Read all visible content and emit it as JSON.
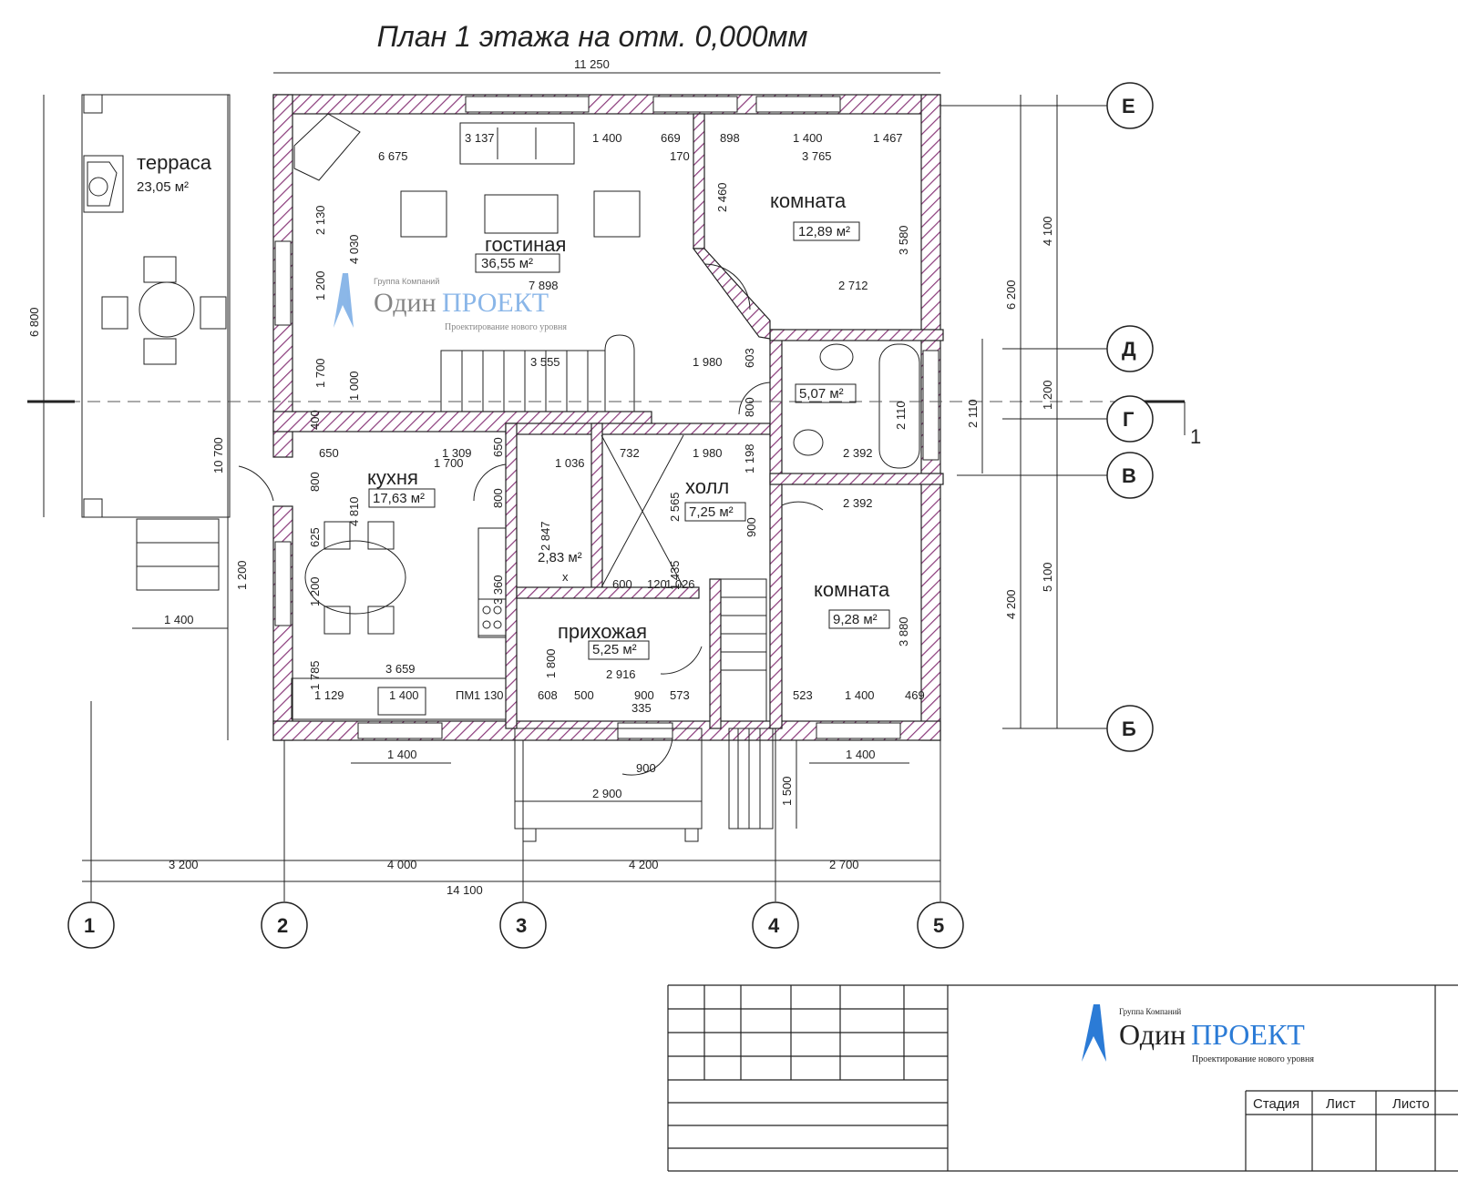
{
  "title": "План 1 этажа на отм. 0,000мм",
  "rooms": [
    {
      "name": "терраса",
      "area": "23,05 м²"
    },
    {
      "name": "гостиная",
      "area": "36,55 м²"
    },
    {
      "name": "комната",
      "area": "12,89 м²"
    },
    {
      "name": "кухня",
      "area": "17,63 м²"
    },
    {
      "name": "холл",
      "area": "7,25 м²"
    },
    {
      "name": "",
      "area": "5,07 м²"
    },
    {
      "name": "",
      "area": "2,83 м²"
    },
    {
      "name": "прихожая",
      "area": "5,25 м²"
    },
    {
      "name": "комната",
      "area": "9,28 м²"
    }
  ],
  "axes": {
    "columns": [
      "1",
      "2",
      "3",
      "4",
      "5"
    ],
    "rows": [
      "Е",
      "Д",
      "Г",
      "В",
      "Б"
    ],
    "section_mark": "1"
  },
  "dims": {
    "overall_top": "11 250",
    "overall_bottom": "14 100",
    "bottom_spans": [
      "3 200",
      "4 000",
      "4 200",
      "2 700"
    ],
    "left": [
      "6 800",
      "10 700"
    ],
    "right_outer": [
      "4 100",
      "1 200",
      "5 100"
    ],
    "right_mid": [
      "6 200",
      "4 200"
    ],
    "right_inner": "2 110",
    "porch": [
      "2 900",
      "900",
      "1 500"
    ],
    "windows_below": [
      "1 400",
      "1 400"
    ],
    "terrace": [
      "1 400",
      "1 200"
    ],
    "interior": [
      "6 675",
      "3 137",
      "1 400",
      "669",
      "170",
      "898",
      "1 400",
      "1 467",
      "3 765",
      "2 130",
      "4 030",
      "2 460",
      "3 580",
      "1 200",
      "7 898",
      "2 712",
      "1 700",
      "1 000",
      "3 555",
      "1 980",
      "603",
      "800",
      "2 110",
      "400",
      "650",
      "1 309",
      "650",
      "1 700",
      "1 036",
      "732",
      "1 980",
      "1 198",
      "2 392",
      "2 392",
      "800",
      "4 810",
      "800",
      "2 847",
      "2 565",
      "900",
      "625",
      "1 200",
      "3 360",
      "1 435",
      "600",
      "120",
      "1 026",
      "3 880",
      "1 800",
      "2 916",
      "1 785",
      "3 659",
      "1 129",
      "1 400",
      "1 130",
      "608",
      "500",
      "900",
      "573",
      "335",
      "523",
      "1 400",
      "469",
      "х",
      "ПМ"
    ]
  },
  "logo": {
    "group": "Группа Компаний",
    "name_a": "Один",
    "name_b": "ПРОЕКТ",
    "slogan": "Проектирование нового уровня"
  },
  "stamp": {
    "cols": [
      "Стадия",
      "Лист",
      "Листо"
    ]
  },
  "colors": {
    "wall_hatch": "#8a3a7a",
    "logo_blue": "#2b7bd6",
    "line": "#222222"
  }
}
